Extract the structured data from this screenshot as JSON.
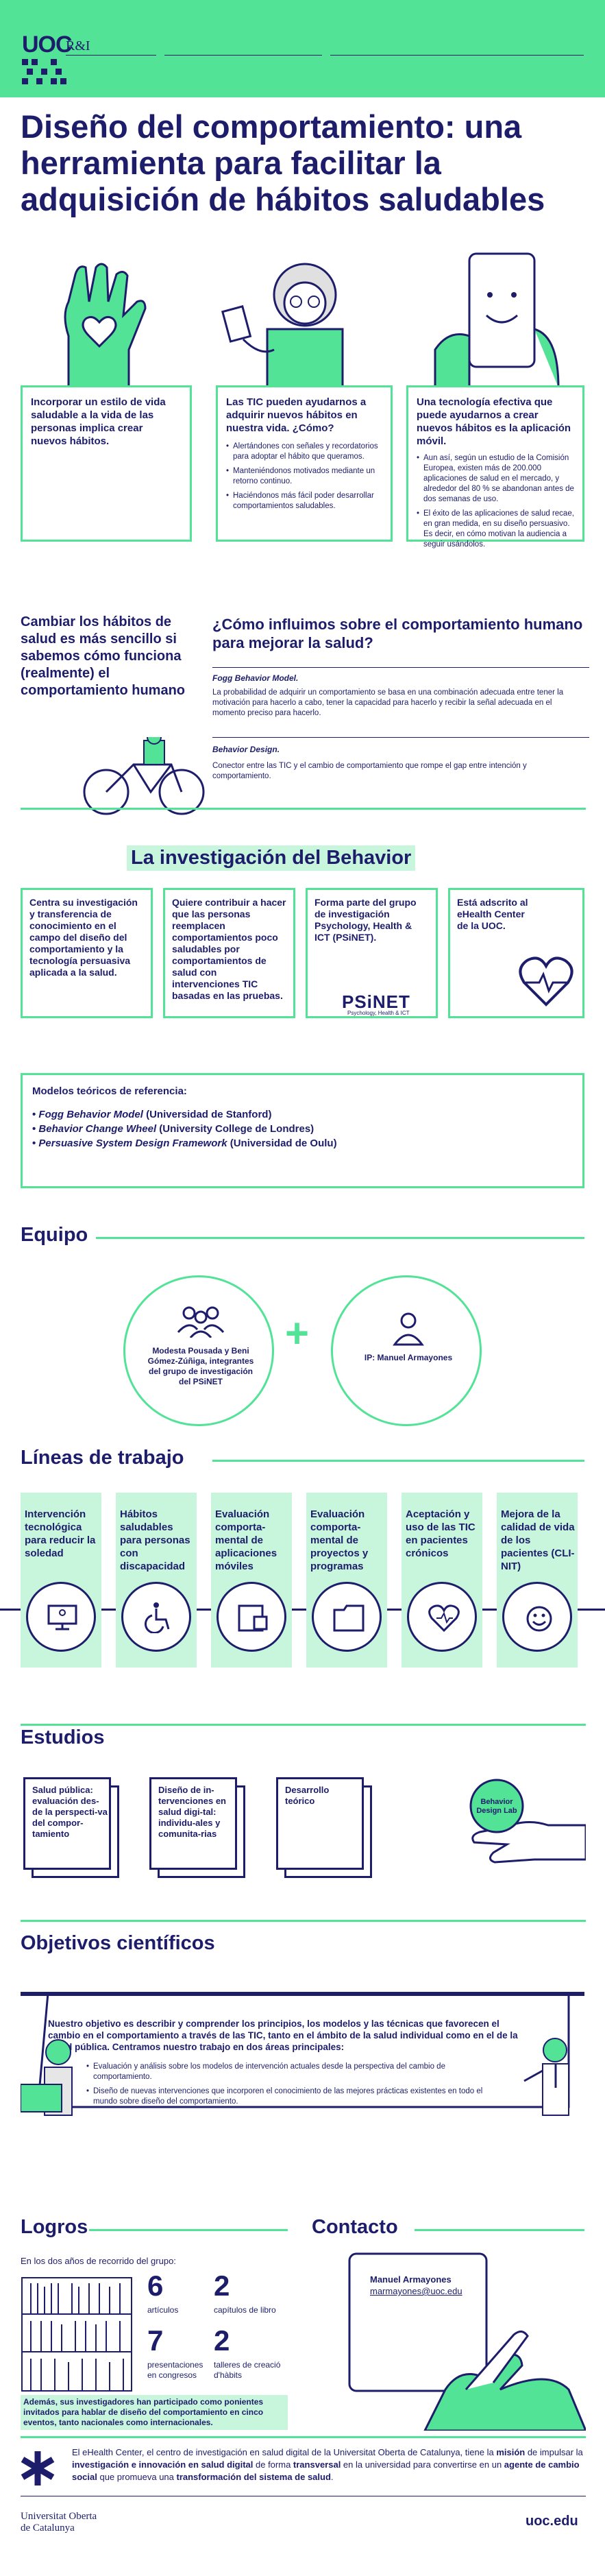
{
  "header": {
    "logo": "UOC",
    "ri": "R&I"
  },
  "title": "Diseño del comportamiento: una herramienta para facilitar la adquisición de hábitos saludables",
  "intro_boxes": [
    {
      "text": "Incorporar un estilo de vida saludable a la vida de las personas implica crear nuevos hábitos."
    },
    {
      "text": "Las TIC pueden ayudarnos a adquirir nuevos hábitos en nuestra vida. ¿Cómo?",
      "bullets": [
        "Alertándones con señales y recordatorios para adoptar el hábito que queramos.",
        "Manteniéndonos motivados mediante un retorno continuo.",
        "Haciéndonos más fácil poder desarrollar comportamientos saludables."
      ]
    },
    {
      "text": "Una tecnología efectiva que puede ayudarnos a crear nuevos hábitos es la aplicación móvil.",
      "bullets": [
        "Aun así, según un estudio de la Comisión Europea, existen más de 200.000 aplicaciones de salud en el mercado, y alrededor del 80 % se abandonan antes de dos semanas de uso.",
        "El éxito de las aplicaciones de salud recae, en gran medida, en su diseño persuasivo. Es decir, en cómo motivan la audiencia a seguir usándolos."
      ]
    }
  ],
  "change": {
    "left": "Cambiar los hábitos de salud es más sencillo si sabemos cómo funciona (realmente) el comportamiento humano",
    "question": "¿Cómo influimos sobre el comportamiento humano para mejorar la salud?",
    "model1_title": "Fogg Behavior Model.",
    "model1_text": "La probabilidad de adquirir un comportamiento se basa en una combinación adecuada entre tener la motivación para hacerlo a cabo, tener la capacidad para hacerlo y recibir la señal adecuada en el momento preciso para hacerlo.",
    "model2_title": "Behavior Design.",
    "model2_text": "Conector entre las TIC y el cambio de comportamiento que rompe el gap entre intención y comportamiento."
  },
  "lab": {
    "title": "La investigación del Behavior",
    "boxes": [
      "Centra su investigación y transferencia de conocimiento en el campo del diseño del comportamiento y la tecnología persuasiva aplicada a la salud.",
      "Quiere contribuir a hacer que las personas reemplacen comportamientos poco saludables por comportamientos de salud con intervenciones TIC basadas en las pruebas.",
      "Forma parte del grupo de investigación Psychology, Health & ICT (PSiNET).",
      "Está adscrito al eHealth Center de la UOC."
    ],
    "psinet_logo": "PSiNET",
    "psinet_sub": "Psychology, Health & ICT",
    "models_title": "Modelos teóricos de referencia:",
    "models": [
      {
        "name": "Fogg Behavior Model",
        "rest": " (Universidad de Stanford)"
      },
      {
        "name": "Behavior Change Wheel",
        "rest": " (University College de Londres)"
      },
      {
        "name": "Persuasive System Design Framework",
        "rest": " (Universidad de Oulu)"
      }
    ]
  },
  "team": {
    "title": "Equipo",
    "left": "Modesta Pousada y Beni Gómez-Zúñiga, integrantes del grupo de investigación del PSiNET",
    "plus": "+",
    "right": "IP: Manuel Armayones"
  },
  "lines": {
    "title": "Líneas de trabajo",
    "items": [
      {
        "label": "Intervención tecnológica para reducir la soledad",
        "icon": "computer-icon"
      },
      {
        "label": "Hábitos saludables para personas con discapacidad",
        "icon": "wheelchair-icon"
      },
      {
        "label": "Evaluación comporta-mental de aplicaciones móviles",
        "icon": "app-icon"
      },
      {
        "label": "Evaluación comporta-mental de proyectos y programas",
        "icon": "folder-icon"
      },
      {
        "label": "Aceptación y uso de las TIC en pacientes crónicos",
        "icon": "heart-icon"
      },
      {
        "label": "Mejora de la calidad de vida de los pacientes (CLI-NIT)",
        "icon": "smile-icon"
      }
    ]
  },
  "studies": {
    "title": "Estudios",
    "docs": [
      "Salud pública: evaluación des-de la perspecti-va del compor-tamiento",
      "Diseño de in-tervenciones en salud digi-tal: individu-ales y comunita-rias",
      "Desarrollo teórico"
    ],
    "badge": "Behavior Design Lab"
  },
  "objectives": {
    "title": "Objetivos científicos",
    "text": "Nuestro objetivo es describir y comprender los principios, los modelos y las técnicas que favorecen el cambio en el comportamiento a través de las TIC, tanto en el ámbito de la salud individual como en el de la salud pública. Centramos nuestro trabajo en dos áreas principales:",
    "bullets": [
      "Evaluación y análisis sobre los modelos de intervención actuales desde la perspectiva del cambio de comportamiento.",
      "Diseño de nuevas intervenciones que incorporen el conocimiento de las mejores prácticas existentes en todo el mundo sobre diseño del comportamiento."
    ]
  },
  "achievements": {
    "title": "Logros",
    "intro": "En los dos años de recorrido del grupo:",
    "stats": [
      {
        "num": "6",
        "label": "artículos"
      },
      {
        "num": "2",
        "label": "capítulos de libro"
      },
      {
        "num": "7",
        "label": "presentaciones en congresos"
      },
      {
        "num": "2",
        "label": "talleres de creació d'hàbits"
      }
    ],
    "note": "Además, sus investigadores han participado como ponientes invitados para hablar de diseño del comportamiento en cinco eventos, tanto nacionales como internacionales."
  },
  "contact": {
    "title": "Contacto",
    "name": "Manuel Armayones",
    "email": "marmayones@uoc.edu"
  },
  "ehealth": {
    "p1": "El eHealth Center, el centro de investigación en salud digital de la Universitat Oberta de Catalunya, tiene la ",
    "b1": "misión",
    "p2": " de impulsar la ",
    "b2": "investigación e innovación en salud digital",
    "p3": " de forma ",
    "b3": "transversal",
    "p4": " en la universidad para convertirse en un ",
    "b4": "agente de cambio social",
    "p5": " que promueva una ",
    "b5": "transformación del sistema de salud",
    "p6": "."
  },
  "footer": {
    "univ_line1": "Universitat Oberta",
    "univ_line2": "de Catalunya",
    "url": "uoc.edu"
  },
  "colors": {
    "green": "#52e397",
    "navy": "#1d1d6b",
    "light_green": "#c8f6dc"
  }
}
